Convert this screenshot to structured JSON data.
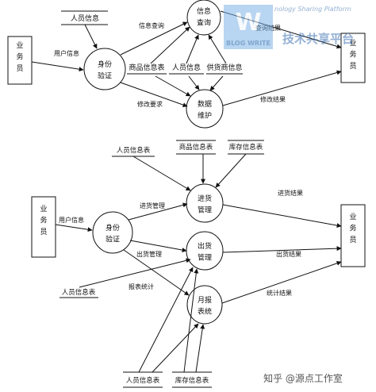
{
  "diagram1": {
    "entity_left": "业\n务\n员",
    "entity_right": "业\n务\n员",
    "processes": {
      "auth": "身份\n验证",
      "query": "信息\n查询",
      "maintain": "数据\n维护"
    },
    "stores": {
      "person_top": "人员信息",
      "goods": "商品信息表",
      "person_mid": "人员信息",
      "supplier": "供货商信息"
    },
    "flows": {
      "user_info": "用户信息",
      "info_query": "信息查询",
      "query_result": "查询结果",
      "modify_req": "修改要求",
      "modify_result": "修改结果"
    }
  },
  "diagram2": {
    "entity_left": "业\n务\n员",
    "entity_right": "业\n务\n员",
    "processes": {
      "auth": "身份\n验证",
      "stock_in": "进货\n管理",
      "stock_out": "出货\n管理",
      "report": "月报\n表统"
    },
    "stores": {
      "person_top": "人员信息表",
      "goods": "商品信息表",
      "inventory_top": "库存信息表",
      "person_left": "人员信息表",
      "person_bottom": "人员信息表",
      "inventory_bottom": "库存信息表"
    },
    "flows": {
      "user_info": "用户信息",
      "in_mgmt": "进货管理",
      "in_result": "进货结果",
      "out_mgmt": "出货管理",
      "out_result": "出货结果",
      "report_stat": "报表统计",
      "stat_result": "统计结果"
    }
  },
  "watermark": {
    "brand": "BLOG WRITE",
    "tagline": "nology Sharing Platform",
    "cn": "技术共享平台",
    "zhihu": "知乎 @源点工作室"
  }
}
